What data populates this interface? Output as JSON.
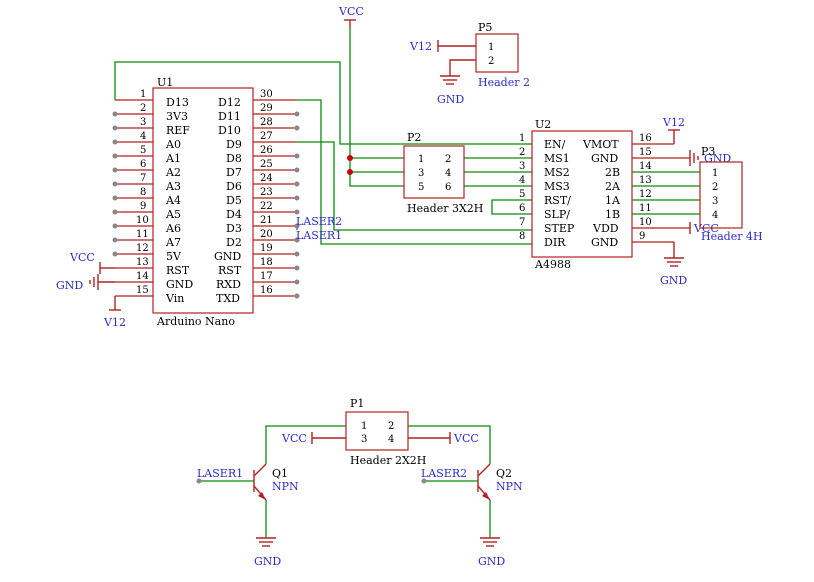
{
  "u1": {
    "ref": "U1",
    "value": "Arduino Nano",
    "left_pins": [
      {
        "num": "1",
        "name": ""
      },
      {
        "num": "2",
        "name": "D13"
      },
      {
        "num": "3",
        "name": "3V3"
      },
      {
        "num": "4",
        "name": "REF"
      },
      {
        "num": "5",
        "name": "A0"
      },
      {
        "num": "6",
        "name": "A1"
      },
      {
        "num": "7",
        "name": "A2"
      },
      {
        "num": "8",
        "name": "A3"
      },
      {
        "num": "9",
        "name": "A4"
      },
      {
        "num": "10",
        "name": "A5"
      },
      {
        "num": "11",
        "name": "A6"
      },
      {
        "num": "12",
        "name": "A7"
      },
      {
        "num": "13",
        "name": "5V"
      },
      {
        "num": "14",
        "name": "RST"
      },
      {
        "num": "15",
        "name": "GND"
      },
      {
        "num": "",
        "name": "Vin"
      }
    ],
    "right_pins": [
      {
        "num": "30",
        "name": ""
      },
      {
        "num": "29",
        "name": "D12"
      },
      {
        "num": "28",
        "name": "D11"
      },
      {
        "num": "27",
        "name": "D10"
      },
      {
        "num": "26",
        "name": "D9"
      },
      {
        "num": "25",
        "name": "D8"
      },
      {
        "num": "24",
        "name": "D7"
      },
      {
        "num": "23",
        "name": "D6"
      },
      {
        "num": "22",
        "name": "D5"
      },
      {
        "num": "21",
        "name": "D4"
      },
      {
        "num": "20",
        "name": "D3"
      },
      {
        "num": "19",
        "name": "D2"
      },
      {
        "num": "18",
        "name": "GND"
      },
      {
        "num": "17",
        "name": "RST"
      },
      {
        "num": "16",
        "name": "RXD"
      },
      {
        "num": "",
        "name": "TXD"
      }
    ]
  },
  "u2": {
    "ref": "U2",
    "value": "A4988",
    "left_pins": [
      {
        "num": "1",
        "name": "EN/"
      },
      {
        "num": "2",
        "name": "MS1"
      },
      {
        "num": "3",
        "name": "MS2"
      },
      {
        "num": "4",
        "name": "MS3"
      },
      {
        "num": "5",
        "name": "RST/"
      },
      {
        "num": "6",
        "name": "SLP/"
      },
      {
        "num": "7",
        "name": "STEP"
      },
      {
        "num": "8",
        "name": "DIR"
      }
    ],
    "right_pins": [
      {
        "num": "16",
        "name": "VMOT"
      },
      {
        "num": "15",
        "name": "GND"
      },
      {
        "num": "14",
        "name": "2B"
      },
      {
        "num": "13",
        "name": "2A"
      },
      {
        "num": "12",
        "name": "1A"
      },
      {
        "num": "11",
        "name": "1B"
      },
      {
        "num": "10",
        "name": "VDD"
      },
      {
        "num": "9",
        "name": "GND"
      }
    ]
  },
  "p2": {
    "ref": "P2",
    "value": "Header 3X2H",
    "pins": [
      "1",
      "2",
      "3",
      "4",
      "5",
      "6"
    ]
  },
  "p3": {
    "ref": "P3",
    "value": "Header 4H",
    "pins": [
      "1",
      "2",
      "3",
      "4"
    ]
  },
  "p5": {
    "ref": "P5",
    "value": "Header 2",
    "pins": [
      "1",
      "2"
    ]
  },
  "p1": {
    "ref": "P1",
    "value": "Header 2X2H",
    "pins": [
      "1",
      "2",
      "3",
      "4"
    ]
  },
  "q1": {
    "ref": "Q1",
    "value": "NPN"
  },
  "q2": {
    "ref": "Q2",
    "value": "NPN"
  },
  "nets": {
    "vcc": "VCC",
    "v12": "V12",
    "gnd": "GND",
    "laser1": "LASER1",
    "laser2": "LASER2"
  }
}
